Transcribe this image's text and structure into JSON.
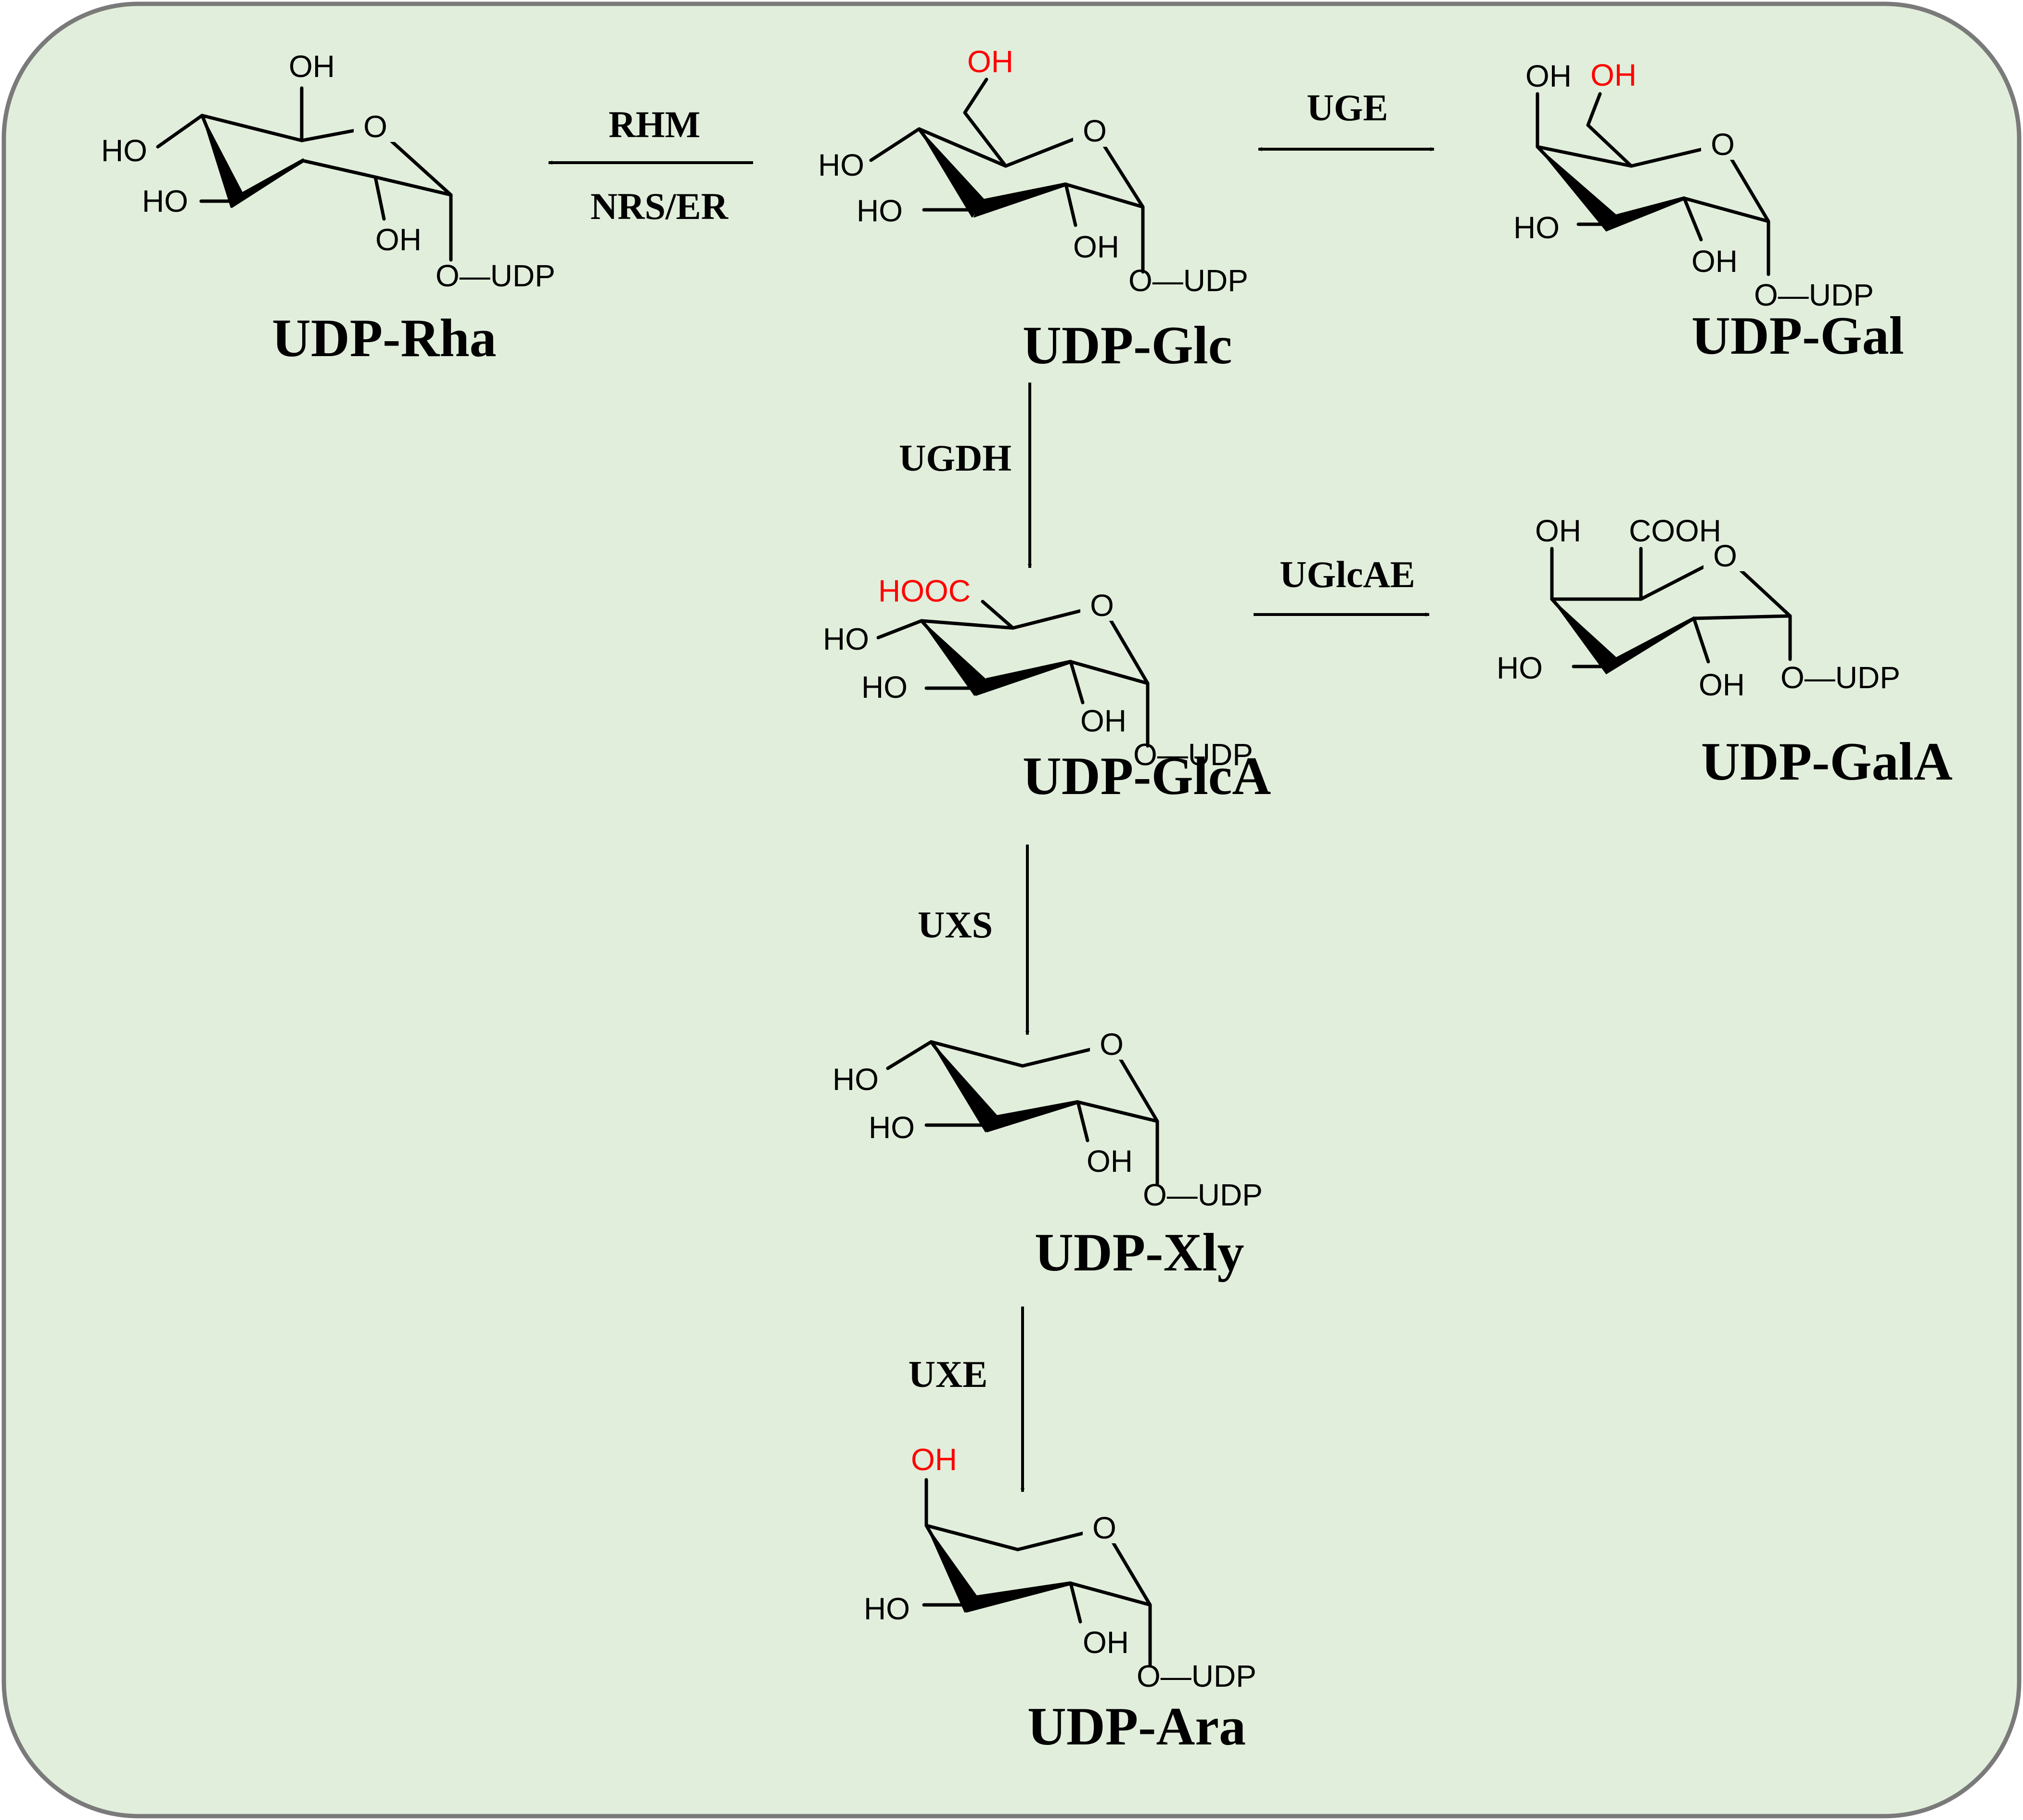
{
  "colors": {
    "panel_background": "#e1eedb",
    "panel_border": "#7a7a7a",
    "highlight": "#ff0000",
    "ink": "#000000"
  },
  "molecules": {
    "rha": {
      "name": "UDP-Rha",
      "labels": {
        "oh_top": "OH",
        "oh_left": "HO",
        "oh_c3": "HO",
        "oh_c2": "OH",
        "ring_o": "O",
        "glyco": "O—UDP"
      }
    },
    "glc": {
      "name": "UDP-Glc",
      "labels": {
        "oh_c6": "OH",
        "oh_c4": "HO",
        "oh_c3": "HO",
        "oh_c2": "OH",
        "ring_o": "O",
        "glyco": "O—UDP"
      }
    },
    "gal": {
      "name": "UDP-Gal",
      "labels": {
        "oh_c4": "OH",
        "oh_c6": "OH",
        "oh_c3": "HO",
        "oh_c2": "OH",
        "ring_o": "O",
        "glyco": "O—UDP"
      }
    },
    "glca": {
      "name": "UDP-GlcA",
      "labels": {
        "cooh": "HOOC",
        "oh_c4": "HO",
        "oh_c3": "HO",
        "oh_c2": "OH",
        "ring_o": "O",
        "glyco": "O—UDP"
      }
    },
    "gala": {
      "name": "UDP-GalA",
      "labels": {
        "oh_c4": "OH",
        "cooh": "COOH",
        "oh_c3": "HO",
        "oh_c2": "OH",
        "ring_o": "O",
        "glyco": "O—UDP"
      }
    },
    "xyl": {
      "name": "UDP-Xly",
      "labels": {
        "oh_c4": "HO",
        "oh_c3": "HO",
        "oh_c2": "OH",
        "ring_o": "O",
        "glyco": "O—UDP"
      }
    },
    "ara": {
      "name": "UDP-Ara",
      "labels": {
        "oh_c4": "OH",
        "oh_c3": "HO",
        "oh_c2": "OH",
        "ring_o": "O",
        "glyco": "O—UDP"
      }
    }
  },
  "enzymes": {
    "rhm": "RHM",
    "nrs_er": "NRS/ER",
    "uge": "UGE",
    "ugdh": "UGDH",
    "uglcae": "UGlcAE",
    "uxs": "UXS",
    "uxe": "UXE"
  }
}
